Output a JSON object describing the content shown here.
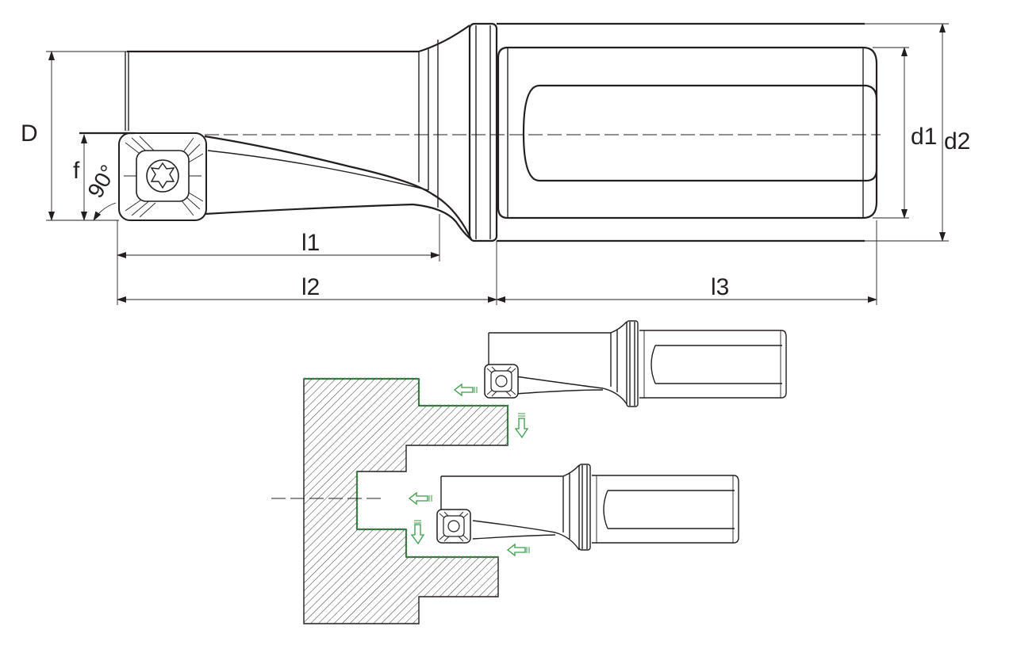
{
  "dimensions": {
    "D": "D",
    "f": "f",
    "angle": "90°",
    "l1": "l1",
    "l2": "l2",
    "l3": "l3",
    "d1": "d1",
    "d2": "d2"
  },
  "colors": {
    "line": "#231f20",
    "toolpath": "#2e8b3a",
    "arrow": "#3a9a46"
  }
}
